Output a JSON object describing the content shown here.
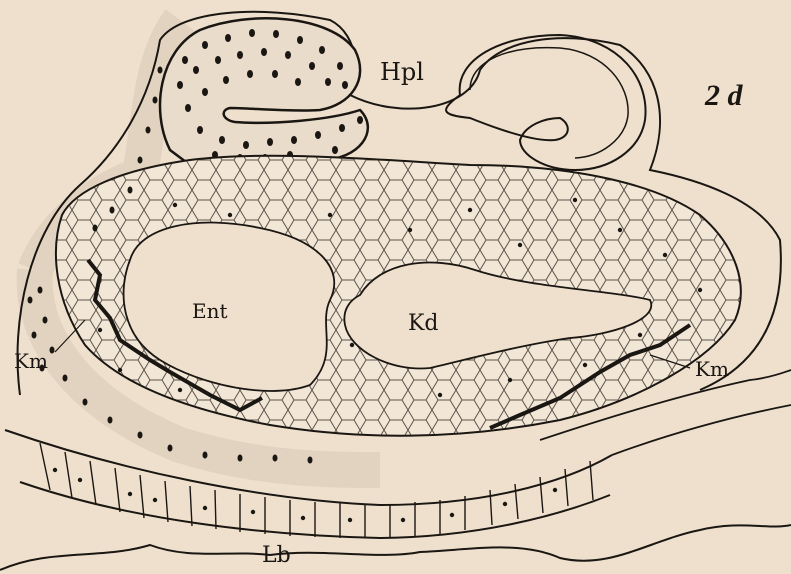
{
  "figure": {
    "number": "2 d",
    "labels": {
      "hpl": "Hpl",
      "ent": "Ent",
      "kd": "Kd",
      "km_left": "Km",
      "km_right": "Km",
      "lb": "Lb"
    }
  },
  "colors": {
    "paper": "#efe0cd",
    "ink": "#1a1612"
  }
}
